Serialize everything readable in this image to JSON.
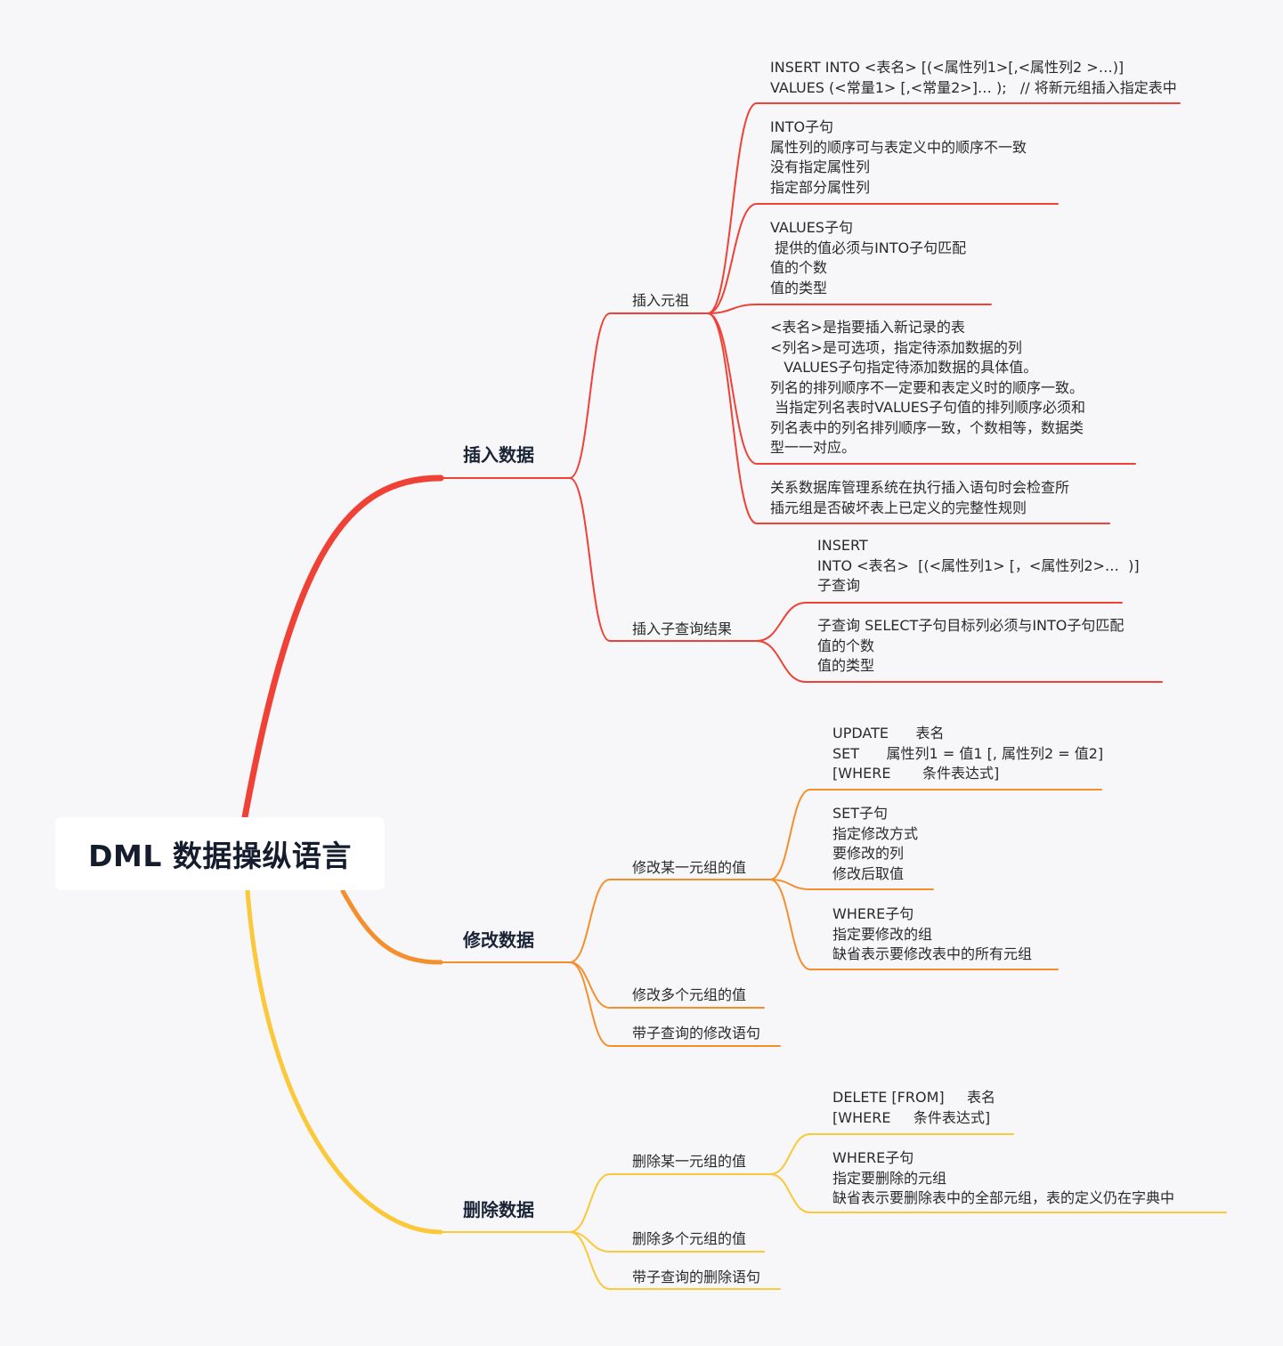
{
  "root": {
    "title": "DML 数据操纵语言"
  },
  "colors": {
    "insert": "#ef4136",
    "update": "#f58f2d",
    "delete": "#fbc83a",
    "background": "#f7f7f9"
  },
  "insert": {
    "label": "插入数据",
    "tuple": {
      "label": "插入元祖",
      "leaves": [
        [
          "INSERT INTO <表名> [(<属性列1>[,<属性列2 >…)]",
          "VALUES (<常量1> [,<常量2>]… );   // 将新元组插入指定表中"
        ],
        [
          "INTO子句",
          "属性列的顺序可与表定义中的顺序不一致",
          "没有指定属性列",
          "指定部分属性列"
        ],
        [
          "VALUES子句",
          " 提供的值必须与INTO子句匹配",
          "值的个数",
          "值的类型"
        ],
        [
          "<表名>是指要插入新记录的表",
          "<列名>是可选项，指定待添加数据的列",
          "   VALUES子句指定待添加数据的具体值。",
          "列名的排列顺序不一定要和表定义时的顺序一致。",
          " 当指定列名表时VALUES子句值的排列顺序必须和",
          "列名表中的列名排列顺序一致，个数相等，数据类",
          "型一一对应。"
        ],
        [
          "关系数据库管理系统在执行插入语句时会检查所",
          "插元组是否破坏表上已定义的完整性规则"
        ]
      ]
    },
    "subquery": {
      "label": "插入子查询结果",
      "leaves": [
        [
          "INSERT",
          "INTO <表名>  [(<属性列1> [，<属性列2>…  )]",
          "子查询"
        ],
        [
          "子查询 SELECT子句目标列必须与INTO子句匹配",
          "值的个数",
          "值的类型"
        ]
      ]
    }
  },
  "update": {
    "label": "修改数据",
    "one": {
      "label": "修改某一元组的值",
      "leaves": [
        [
          "UPDATE      表名",
          "SET      属性列1 = 值1 [, 属性列2 = 值2]",
          "[WHERE       条件表达式]"
        ],
        [
          "SET子句",
          "指定修改方式",
          "要修改的列",
          "修改后取值"
        ],
        [
          "WHERE子句",
          "指定要修改的组",
          "缺省表示要修改表中的所有元组"
        ]
      ]
    },
    "many": {
      "label": "修改多个元组的值"
    },
    "subquery": {
      "label": "带子查询的修改语句"
    }
  },
  "delete": {
    "label": "删除数据",
    "one": {
      "label": "删除某一元组的值",
      "leaves": [
        [
          "DELETE [FROM]     表名",
          "[WHERE     条件表达式]"
        ],
        [
          "WHERE子句",
          "指定要删除的元组",
          "缺省表示要删除表中的全部元组，表的定义仍在字典中"
        ]
      ]
    },
    "many": {
      "label": "删除多个元组的值"
    },
    "subquery": {
      "label": "带子查询的删除语句"
    }
  }
}
